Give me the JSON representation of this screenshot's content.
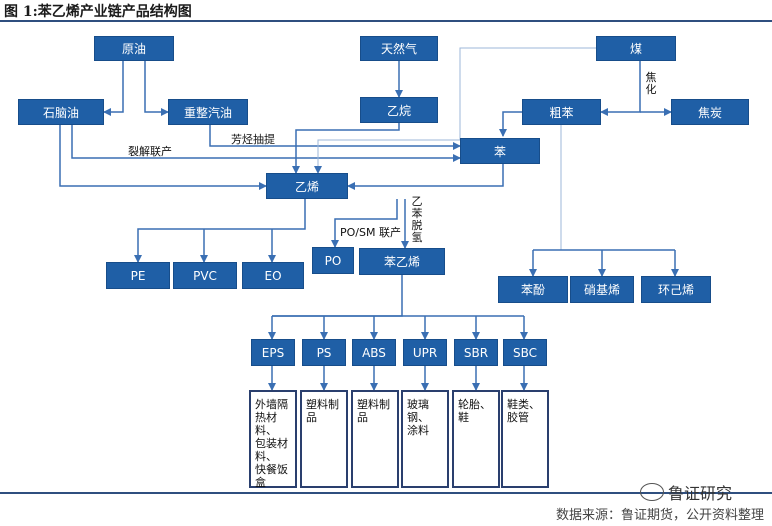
{
  "figure": {
    "title": "图 1:苯乙烯产业链产品结构图"
  },
  "nodes": {
    "crude_oil": "原油",
    "natural_gas": "天然气",
    "coal": "煤",
    "naphtha": "石脑油",
    "reformate": "重整汽油",
    "ethane": "乙烷",
    "crude_benzene": "粗苯",
    "coke": "焦炭",
    "benzene": "苯",
    "ethylene": "乙烯",
    "pe": "PE",
    "pvc": "PVC",
    "eo": "EO",
    "po": "PO",
    "styrene": "苯乙烯",
    "phenol": "苯酚",
    "nitrobenzene": "硝基烯",
    "cyclohexene": "环己烯",
    "eps": "EPS",
    "ps": "PS",
    "abs": "ABS",
    "upr": "UPR",
    "sbr": "SBR",
    "sbc": "SBC"
  },
  "products": {
    "eps": "外墙隔\n热材料、\n包装材\n料、\n快餐饭\n盒",
    "ps": "塑料制\n品",
    "abs": "塑料制\n品",
    "upr": "玻璃\n钢、\n涂料",
    "sbr": "轮胎、\n鞋",
    "sbc": "鞋类、\n胶管"
  },
  "edge_labels": {
    "aromatics_extraction": "芳烃抽提",
    "cracking_coproduction": "裂解联产",
    "posm_coproduction": "PO/SM 联产",
    "ethylbenzene_dehydrogenation": "乙\n苯\n脱\n氢",
    "coking": "焦\n化"
  },
  "footer": {
    "watermark": "鲁证研究",
    "source": "数据来源：鲁证期货，公开资料整理"
  },
  "colors": {
    "node_fill": "#1f5fa6",
    "line": "#3a6fb3",
    "rule": "#2f4f7f"
  }
}
